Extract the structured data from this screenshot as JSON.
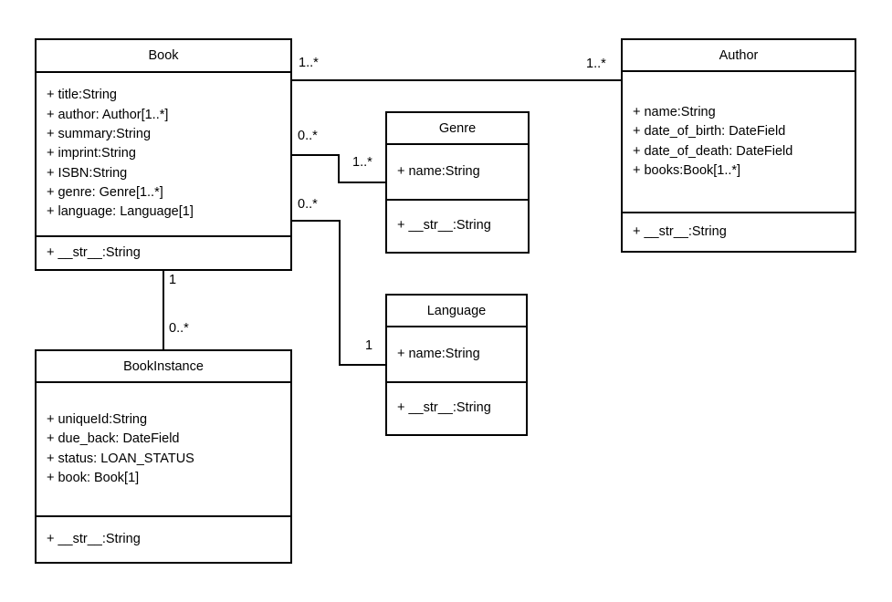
{
  "diagram": {
    "colors": {
      "stroke": "#000000",
      "fill": "#ffffff",
      "text": "#000000"
    },
    "classes": [
      {
        "name": "Book",
        "attributes": [
          "+ title:String",
          "+ author: Author[1..*]",
          "+ summary:String",
          "+ imprint:String",
          "+ ISBN:String",
          "+ genre: Genre[1..*]",
          "+ language: Language[1]"
        ],
        "methods": [
          "+ __str__:String"
        ]
      },
      {
        "name": "Author",
        "attributes": [
          "+ name:String",
          "+ date_of_birth: DateField",
          "+ date_of_death: DateField",
          "+ books:Book[1..*]"
        ],
        "methods": [
          "+ __str__:String"
        ]
      },
      {
        "name": "Genre",
        "attributes": [
          "+ name:String"
        ],
        "methods": [
          "+ __str__:String"
        ]
      },
      {
        "name": "Language",
        "attributes": [
          "+ name:String"
        ],
        "methods": [
          "+ __str__:String"
        ]
      },
      {
        "name": "BookInstance",
        "attributes": [
          "+ uniqueId:String",
          "+ due_back: DateField",
          "+ status: LOAN_STATUS",
          "+ book: Book[1]"
        ],
        "methods": [
          "+ __str__:String"
        ]
      }
    ],
    "associations": [
      {
        "from": "Book",
        "to": "Author",
        "from_multiplicity": "1..*",
        "to_multiplicity": "1..*"
      },
      {
        "from": "Book",
        "to": "Genre",
        "from_multiplicity": "0..*",
        "to_multiplicity": "1..*"
      },
      {
        "from": "Book",
        "to": "Language",
        "from_multiplicity": "0..*",
        "to_multiplicity": "1"
      },
      {
        "from": "Book",
        "to": "BookInstance",
        "from_multiplicity": "1",
        "to_multiplicity": "0..*"
      }
    ]
  }
}
